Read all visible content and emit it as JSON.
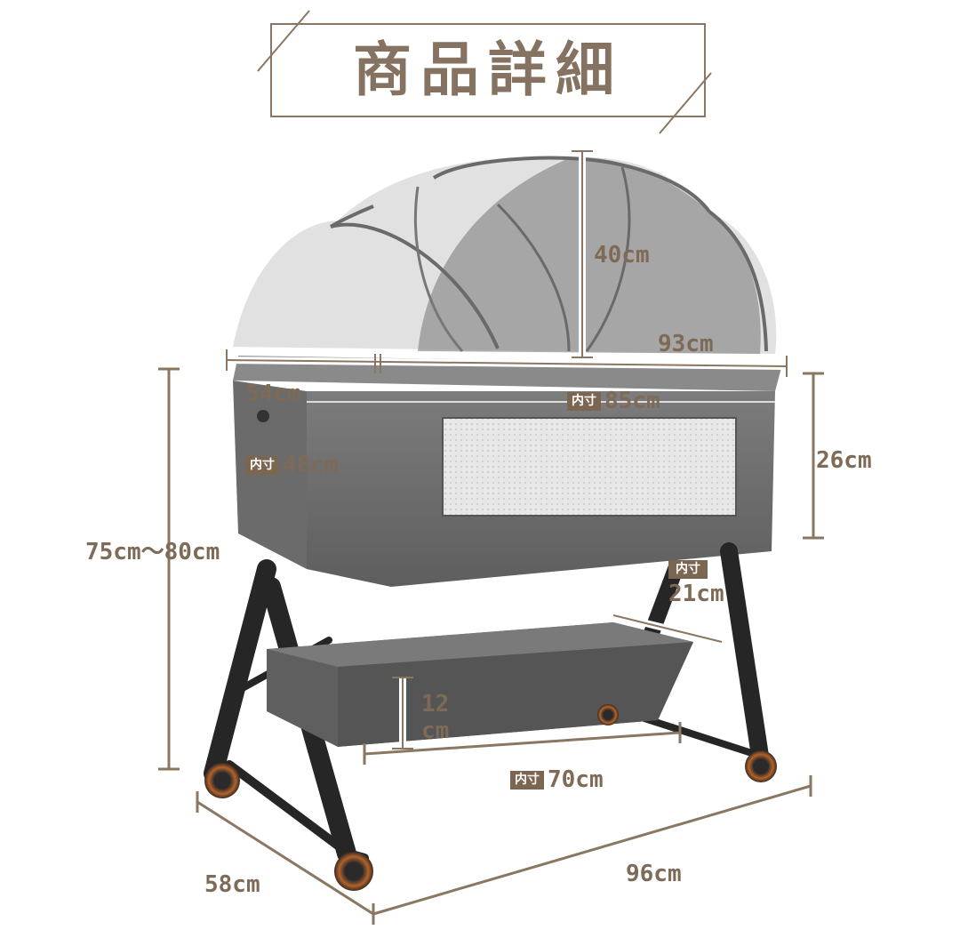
{
  "title": "商品詳細",
  "colors": {
    "accent": "#8a7761",
    "badge_bg": "#7a6651",
    "fabric": "#707070",
    "frame": "#2a2a2a",
    "wheel": "#b2622a"
  },
  "badge_label": "内寸",
  "dimensions": {
    "canopy_height": "40cm",
    "top_length": "93cm",
    "top_width": "54cm",
    "inner_length": "85cm",
    "inner_width": "48cm",
    "bed_depth": "26cm",
    "total_height": "75cm〜80cm",
    "basket_inner_depth": "21cm",
    "basket_height_value": "12",
    "basket_height_unit": "cm",
    "basket_inner_length": "70cm",
    "base_width": "58cm",
    "base_length": "96cm"
  }
}
